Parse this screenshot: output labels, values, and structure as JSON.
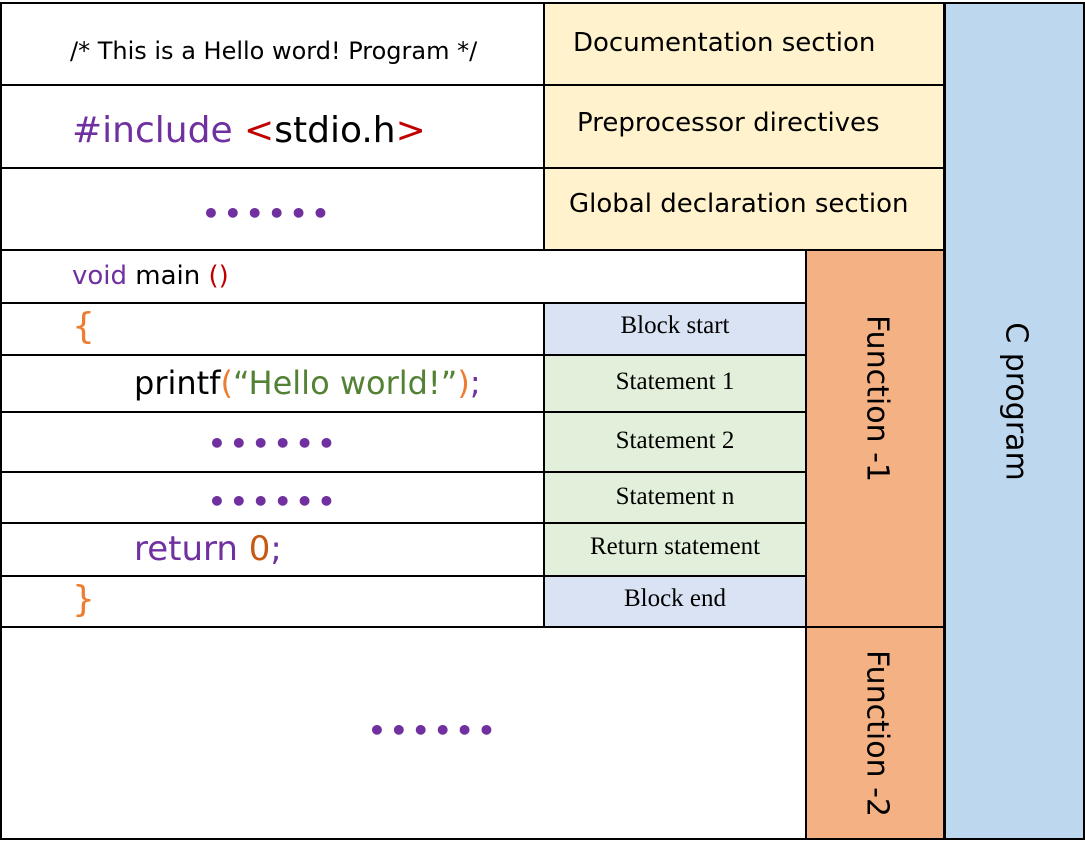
{
  "colors": {
    "doc_fill": "#fff2cc",
    "function_fill": "#f4b183",
    "program_fill": "#bdd7ee",
    "block_fill": "#dae3f3",
    "statement_fill": "#e2efda",
    "keyword_purple": "#7030a0",
    "directive_red": "#c00000",
    "paren_orange": "#ed7d31",
    "string_green": "#548235"
  },
  "code_rows": {
    "comment": "/* This is a Hello word! Program */",
    "include_hash": "#include",
    "include_lt": "<",
    "include_header": "stdio.h",
    "include_gt": ">",
    "global_dots": "••••••",
    "main_void": "void",
    "main_name": "main",
    "main_parens": "()",
    "open_brace": "{",
    "printf_name": "printf",
    "printf_lparen": "(",
    "printf_string": "“Hello world!”",
    "printf_rparen": ")",
    "printf_semi": ";",
    "stmt2_dots": "••••••",
    "stmtn_dots": "••••••",
    "return_kw": "return",
    "return_val": "0",
    "return_semi": ";",
    "close_brace": "}",
    "function2_dots": "••••••"
  },
  "sections": {
    "documentation": "Documentation section",
    "preprocessor": "Preprocessor directives",
    "global": "Global declaration section"
  },
  "statements": {
    "block_start": "Block start",
    "statement_1": "Statement 1",
    "statement_2": "Statement 2",
    "statement_n": "Statement n",
    "return_statement": "Return statement",
    "block_end": "Block end"
  },
  "side_labels": {
    "function_1": "Function -1",
    "function_2": "Function -2",
    "c_program": "C program"
  }
}
